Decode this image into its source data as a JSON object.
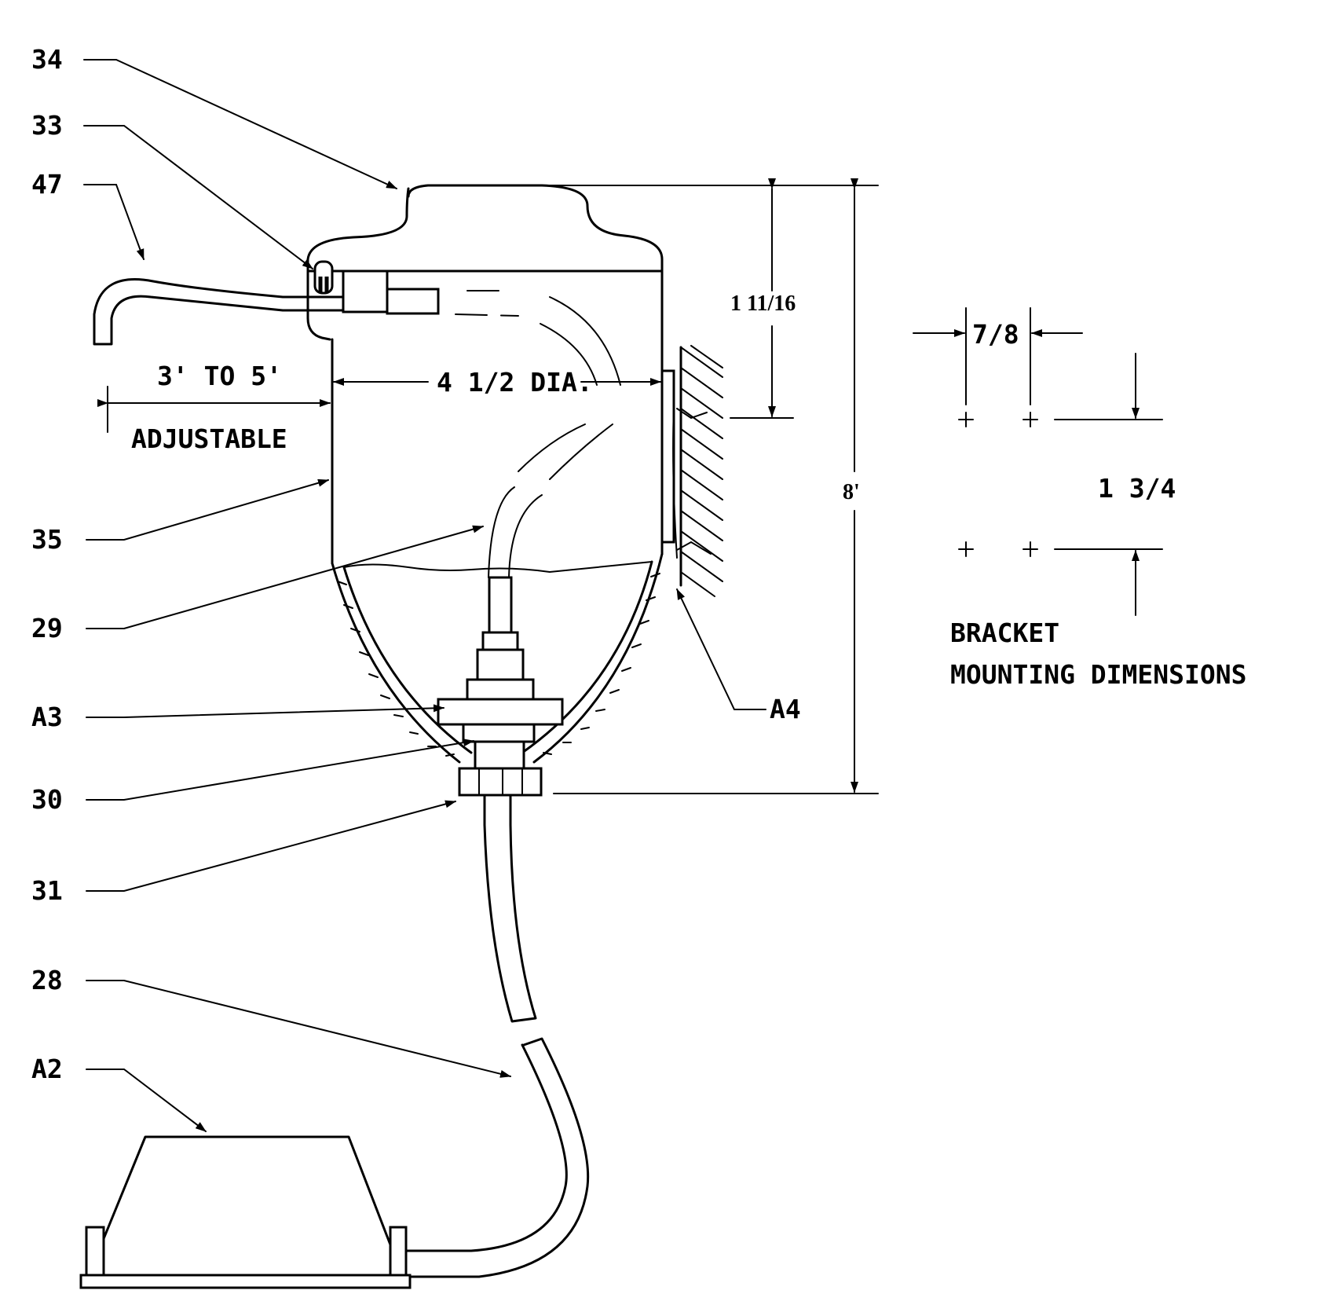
{
  "callouts": {
    "c34": "34",
    "c33": "33",
    "c47": "47",
    "c35": "35",
    "c29": "29",
    "cA3": "A3",
    "c30": "30",
    "c31": "31",
    "c28": "28",
    "cA2": "A2",
    "cA4": "A4"
  },
  "dimensions": {
    "reach": "3' TO 5'",
    "adjustable": "ADJUSTABLE",
    "diameter": "4 1/2 DIA.",
    "lid_height": "1 11/16",
    "overall_height": "8'",
    "bracket_width": "7/8",
    "bracket_height": "1 3/4"
  },
  "bracket_note": {
    "line1": "BRACKET",
    "line2": "MOUNTING DIMENSIONS"
  }
}
